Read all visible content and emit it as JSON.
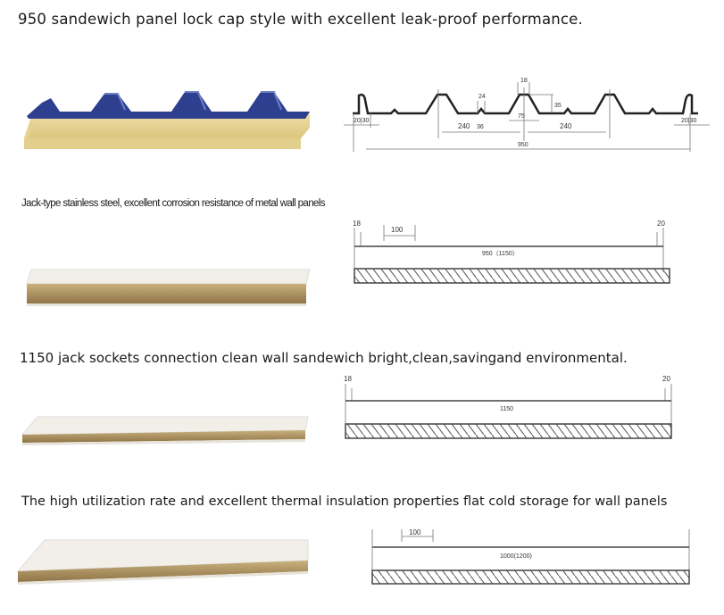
{
  "sections": [
    {
      "title": "950 sandewich panel lock cap style with excellent leak-proof performance.",
      "dims": {
        "left_edge": "20|30",
        "rib_top": "24",
        "rib_bottom": "36",
        "crest_top": "18",
        "crest_height": "35",
        "crest_base": "75",
        "pitch_left": "240",
        "pitch_right": "240",
        "right_edge": "20|30",
        "overall": "950"
      }
    },
    {
      "title": "Jack-type stainless steel, excellent corrosion resistance of metal wall panels",
      "dims": {
        "left": "18",
        "groove": "100",
        "right": "20",
        "overall": "950（1150）"
      }
    },
    {
      "title": "1150 jack sockets connection clean wall  sandewich bright,clean,savingand environmental.",
      "dims": {
        "left": "18",
        "right": "20",
        "overall": "1150"
      }
    },
    {
      "title": "The high utilization rate and excellent thermal insulation properties flat cold storage for wall panels",
      "dims": {
        "groove": "100",
        "overall": "1000(1200)"
      }
    }
  ],
  "colors": {
    "roof_blue": "#2e3f8f",
    "core_yellow": "#e8d79a",
    "wool_core": "#b49a6a",
    "face_white": "#f1efe8"
  }
}
